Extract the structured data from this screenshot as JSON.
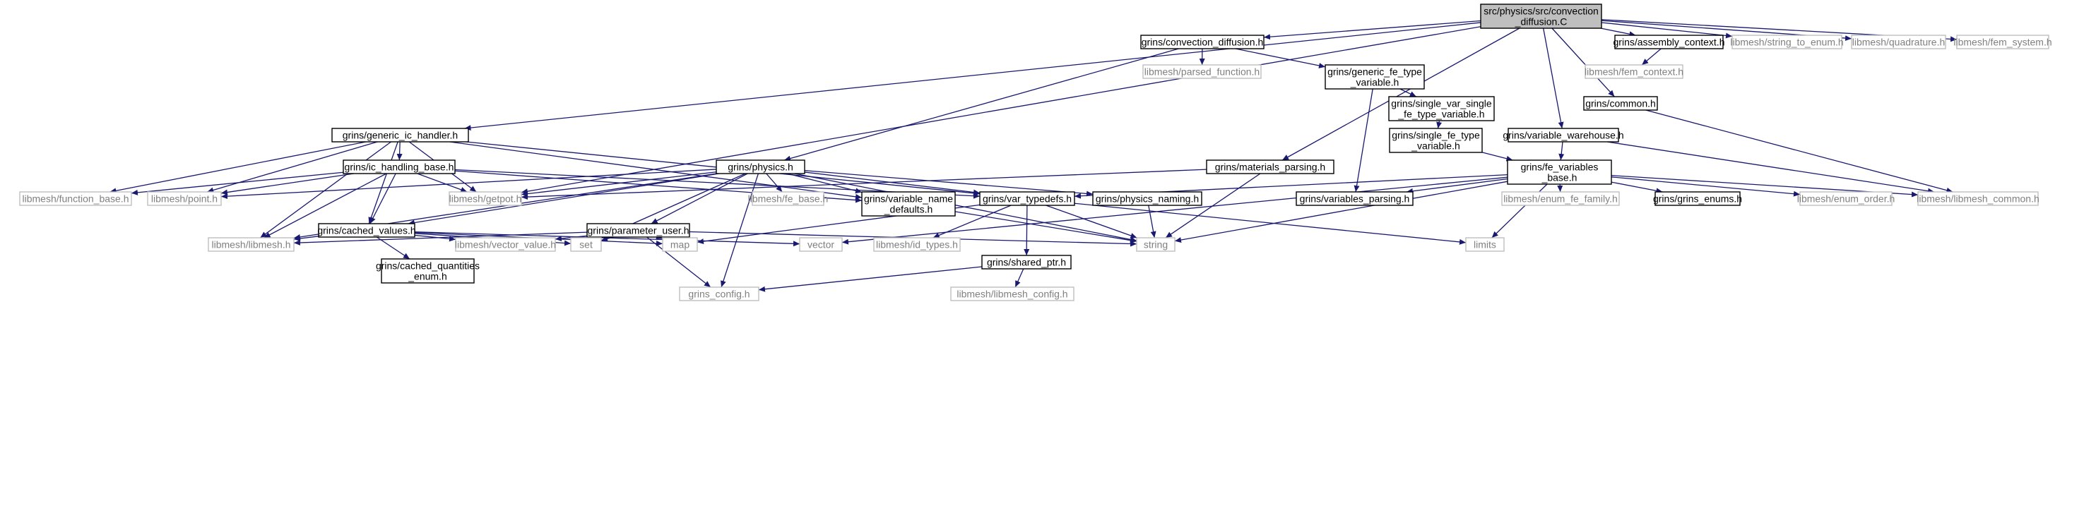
{
  "colors": {
    "edge": "#191970",
    "root_fill": "#bfbfbf",
    "node_border": "#000000",
    "external_border": "#bfbfbf",
    "external_text": "#808080",
    "text": "#000000"
  },
  "nodes": [
    {
      "id": "root",
      "label": [
        "src/physics/src/convection",
        "_diffusion.C"
      ],
      "kind": "root"
    },
    {
      "id": "conv_diff",
      "label": [
        "grins/convection_diffusion.h"
      ],
      "kind": "internal"
    },
    {
      "id": "assembly_ctx",
      "label": [
        "grins/assembly_context.h"
      ],
      "kind": "internal"
    },
    {
      "id": "str_to_enum",
      "label": [
        "libmesh/string_to_enum.h"
      ],
      "kind": "external"
    },
    {
      "id": "quadrature",
      "label": [
        "libmesh/quadrature.h"
      ],
      "kind": "external"
    },
    {
      "id": "fem_system",
      "label": [
        "libmesh/fem_system.h"
      ],
      "kind": "external"
    },
    {
      "id": "parsed_function",
      "label": [
        "libmesh/parsed_function.h"
      ],
      "kind": "external"
    },
    {
      "id": "generic_fe",
      "label": [
        "grins/generic_fe_type",
        "_variable.h"
      ],
      "kind": "internal"
    },
    {
      "id": "fem_context",
      "label": [
        "libmesh/fem_context.h"
      ],
      "kind": "external"
    },
    {
      "id": "single_var",
      "label": [
        "grins/single_var_single",
        "_fe_type_variable.h"
      ],
      "kind": "internal"
    },
    {
      "id": "common",
      "label": [
        "grins/common.h"
      ],
      "kind": "internal"
    },
    {
      "id": "single_fe",
      "label": [
        "grins/single_fe_type",
        "_variable.h"
      ],
      "kind": "internal"
    },
    {
      "id": "generic_ic",
      "label": [
        "grins/generic_ic_handler.h"
      ],
      "kind": "internal"
    },
    {
      "id": "var_warehouse",
      "label": [
        "grins/variable_warehouse.h"
      ],
      "kind": "internal"
    },
    {
      "id": "ic_base",
      "label": [
        "grins/ic_handling_base.h"
      ],
      "kind": "internal"
    },
    {
      "id": "physics",
      "label": [
        "grins/physics.h"
      ],
      "kind": "internal"
    },
    {
      "id": "materials",
      "label": [
        "grins/materials_parsing.h"
      ],
      "kind": "internal"
    },
    {
      "id": "fe_vars_base",
      "label": [
        "grins/fe_variables",
        "_base.h"
      ],
      "kind": "internal"
    },
    {
      "id": "function_base",
      "label": [
        "libmesh/function_base.h"
      ],
      "kind": "external"
    },
    {
      "id": "point",
      "label": [
        "libmesh/point.h"
      ],
      "kind": "external"
    },
    {
      "id": "getpot",
      "label": [
        "libmesh/getpot.h"
      ],
      "kind": "external"
    },
    {
      "id": "fe_base",
      "label": [
        "libmesh/fe_base.h"
      ],
      "kind": "external"
    },
    {
      "id": "var_name_defaults",
      "label": [
        "grins/variable_name",
        "_defaults.h"
      ],
      "kind": "internal"
    },
    {
      "id": "var_typedefs",
      "label": [
        "grins/var_typedefs.h"
      ],
      "kind": "internal"
    },
    {
      "id": "physics_naming",
      "label": [
        "grins/physics_naming.h"
      ],
      "kind": "internal"
    },
    {
      "id": "variables_parsing",
      "label": [
        "grins/variables_parsing.h"
      ],
      "kind": "internal"
    },
    {
      "id": "enum_fe_family",
      "label": [
        "libmesh/enum_fe_family.h"
      ],
      "kind": "external"
    },
    {
      "id": "grins_enums",
      "label": [
        "grins/grins_enums.h"
      ],
      "kind": "internal"
    },
    {
      "id": "enum_order",
      "label": [
        "libmesh/enum_order.h"
      ],
      "kind": "external"
    },
    {
      "id": "libmesh_common",
      "label": [
        "libmesh/libmesh_common.h"
      ],
      "kind": "external"
    },
    {
      "id": "cached_values",
      "label": [
        "grins/cached_values.h"
      ],
      "kind": "internal"
    },
    {
      "id": "param_user",
      "label": [
        "grins/parameter_user.h"
      ],
      "kind": "internal"
    },
    {
      "id": "libmesh_h",
      "label": [
        "libmesh/libmesh.h"
      ],
      "kind": "external"
    },
    {
      "id": "cached_quant",
      "label": [
        "grins/cached_quantities",
        "_enum.h"
      ],
      "kind": "internal"
    },
    {
      "id": "vector_value",
      "label": [
        "libmesh/vector_value.h"
      ],
      "kind": "external"
    },
    {
      "id": "set",
      "label": [
        "set"
      ],
      "kind": "external"
    },
    {
      "id": "map",
      "label": [
        "map"
      ],
      "kind": "external"
    },
    {
      "id": "vector",
      "label": [
        "vector"
      ],
      "kind": "external"
    },
    {
      "id": "id_types",
      "label": [
        "libmesh/id_types.h"
      ],
      "kind": "external"
    },
    {
      "id": "shared_ptr",
      "label": [
        "grins/shared_ptr.h"
      ],
      "kind": "internal"
    },
    {
      "id": "string",
      "label": [
        "string"
      ],
      "kind": "external"
    },
    {
      "id": "limits",
      "label": [
        "limits"
      ],
      "kind": "external"
    },
    {
      "id": "grins_config",
      "label": [
        "grins_config.h"
      ],
      "kind": "external"
    },
    {
      "id": "libmesh_config",
      "label": [
        "libmesh/libmesh_config.h"
      ],
      "kind": "external"
    }
  ],
  "edges": [
    [
      "root",
      "conv_diff"
    ],
    [
      "root",
      "assembly_ctx"
    ],
    [
      "root",
      "str_to_enum"
    ],
    [
      "root",
      "quadrature"
    ],
    [
      "root",
      "fem_system"
    ],
    [
      "root",
      "common"
    ],
    [
      "root",
      "var_warehouse"
    ],
    [
      "root",
      "materials"
    ],
    [
      "root",
      "generic_ic"
    ],
    [
      "root",
      "getpot"
    ],
    [
      "conv_diff",
      "parsed_function"
    ],
    [
      "conv_diff",
      "generic_fe"
    ],
    [
      "conv_diff",
      "physics"
    ],
    [
      "assembly_ctx",
      "fem_context"
    ],
    [
      "generic_fe",
      "single_var"
    ],
    [
      "generic_fe",
      "variables_parsing"
    ],
    [
      "single_var",
      "single_fe"
    ],
    [
      "single_fe",
      "fe_vars_base"
    ],
    [
      "common",
      "libmesh_common"
    ],
    [
      "var_warehouse",
      "fe_vars_base"
    ],
    [
      "var_warehouse",
      "libmesh_common"
    ],
    [
      "generic_ic",
      "ic_base"
    ],
    [
      "generic_ic",
      "function_base"
    ],
    [
      "generic_ic",
      "point"
    ],
    [
      "generic_ic",
      "getpot"
    ],
    [
      "generic_ic",
      "cached_values"
    ],
    [
      "generic_ic",
      "var_name_defaults"
    ],
    [
      "generic_ic",
      "var_typedefs"
    ],
    [
      "generic_ic",
      "libmesh_h"
    ],
    [
      "ic_base",
      "function_base"
    ],
    [
      "ic_base",
      "point"
    ],
    [
      "ic_base",
      "getpot"
    ],
    [
      "ic_base",
      "cached_values"
    ],
    [
      "ic_base",
      "var_name_defaults"
    ],
    [
      "ic_base",
      "var_typedefs"
    ],
    [
      "ic_base",
      "libmesh_h"
    ],
    [
      "physics",
      "point"
    ],
    [
      "physics",
      "getpot"
    ],
    [
      "physics",
      "fe_base"
    ],
    [
      "physics",
      "var_name_defaults"
    ],
    [
      "physics",
      "var_typedefs"
    ],
    [
      "physics",
      "physics_naming"
    ],
    [
      "physics",
      "cached_values"
    ],
    [
      "physics",
      "param_user"
    ],
    [
      "physics",
      "libmesh_h"
    ],
    [
      "physics",
      "set"
    ],
    [
      "physics",
      "string"
    ],
    [
      "physics",
      "grins_config"
    ],
    [
      "materials",
      "getpot"
    ],
    [
      "materials",
      "string"
    ],
    [
      "fe_vars_base",
      "var_typedefs"
    ],
    [
      "fe_vars_base",
      "variables_parsing"
    ],
    [
      "fe_vars_base",
      "enum_fe_family"
    ],
    [
      "fe_vars_base",
      "grins_enums"
    ],
    [
      "fe_vars_base",
      "enum_order"
    ],
    [
      "fe_vars_base",
      "libmesh_common"
    ],
    [
      "fe_vars_base",
      "string"
    ],
    [
      "fe_vars_base",
      "limits"
    ],
    [
      "fe_vars_base",
      "vector"
    ],
    [
      "cached_values",
      "libmesh_h"
    ],
    [
      "cached_values",
      "cached_quant"
    ],
    [
      "cached_values",
      "vector_value"
    ],
    [
      "cached_values",
      "set"
    ],
    [
      "cached_values",
      "map"
    ],
    [
      "cached_values",
      "vector"
    ],
    [
      "param_user",
      "libmesh_h"
    ],
    [
      "param_user",
      "vector_value"
    ],
    [
      "param_user",
      "set"
    ],
    [
      "param_user",
      "map"
    ],
    [
      "param_user",
      "string"
    ],
    [
      "param_user",
      "grins_config"
    ],
    [
      "var_name_defaults",
      "string"
    ],
    [
      "var_typedefs",
      "map"
    ],
    [
      "var_typedefs",
      "id_types"
    ],
    [
      "var_typedefs",
      "shared_ptr"
    ],
    [
      "var_typedefs",
      "string"
    ],
    [
      "var_typedefs",
      "limits"
    ],
    [
      "physics_naming",
      "string"
    ],
    [
      "shared_ptr",
      "grins_config"
    ],
    [
      "shared_ptr",
      "libmesh_config"
    ]
  ]
}
